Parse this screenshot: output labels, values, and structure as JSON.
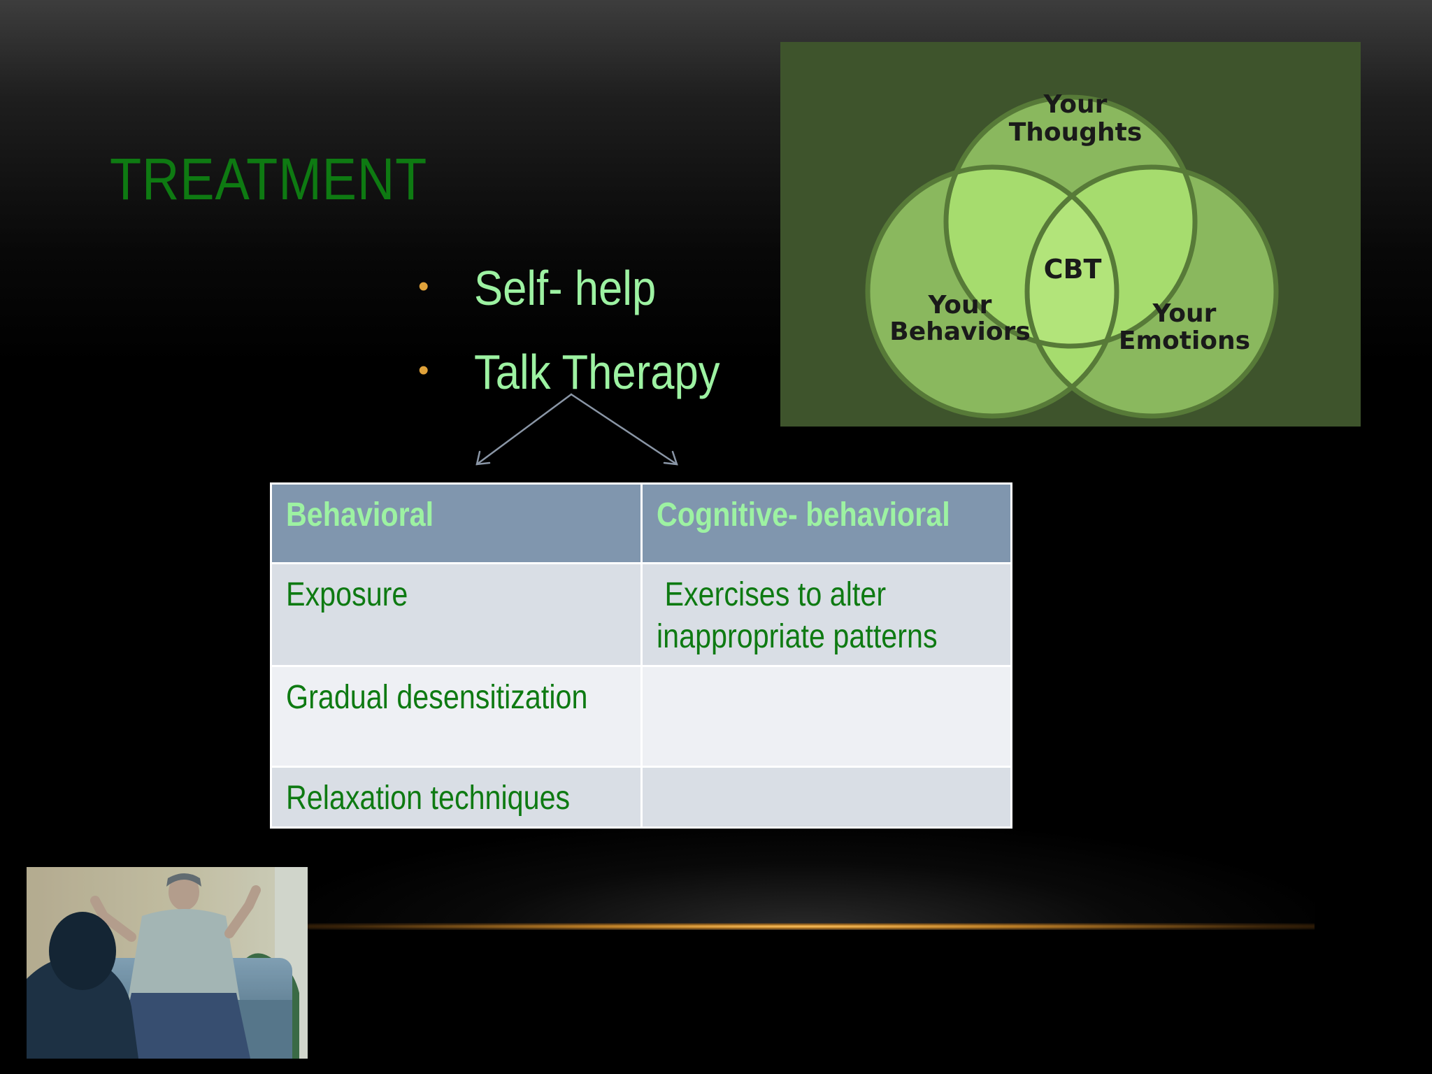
{
  "slide": {
    "title": "TREATMENT",
    "accent_color": "#0e7a12",
    "text_color": "#9df2a2",
    "bullet_color": "#e0a23a"
  },
  "bullets": [
    {
      "text": "Self- help"
    },
    {
      "text": "Talk Therapy"
    }
  ],
  "table": {
    "headers": [
      "Behavioral",
      "Cognitive- behavioral"
    ],
    "rows": [
      [
        "Exposure",
        " Exercises to alter inappropriate patterns"
      ],
      [
        "Gradual desensitization",
        ""
      ],
      [
        "Relaxation techniques",
        ""
      ]
    ],
    "header_color": "#8096ae"
  },
  "diagram": {
    "type": "venn",
    "center_label": "CBT",
    "circles": [
      {
        "line1": "Your",
        "line2": "Thoughts"
      },
      {
        "line1": "Your",
        "line2": "Behaviors"
      },
      {
        "line1": "Your",
        "line2": "Emotions"
      }
    ],
    "background_color": "#3e542c",
    "circle_color": "#8ab85e",
    "overlap_color": "#a6dc6e"
  },
  "photo": {
    "subject": "therapy-session-photo"
  }
}
